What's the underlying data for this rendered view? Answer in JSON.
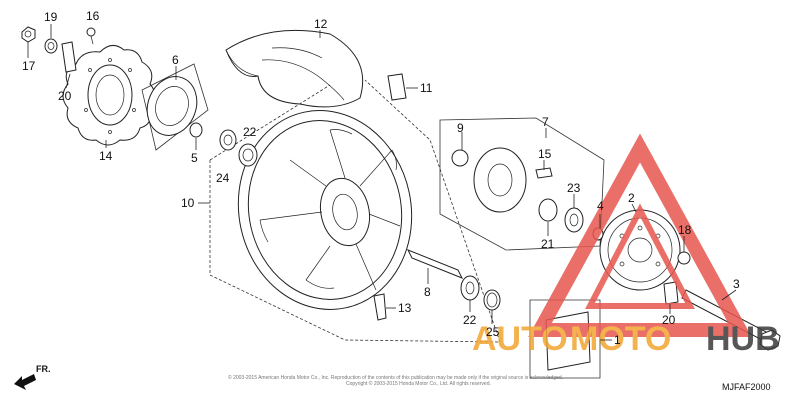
{
  "diagram": {
    "code": "MJFAF2000",
    "direction_label": "FR.",
    "copyright_lines": [
      "© 2003-2015 American Honda Motor Co., Inc. Reproduction of the contents of this publication may be made only if the original source is acknowledged.",
      "Copyright © 2003-2015 Honda Motor Co., Ltd. All rights reserved."
    ],
    "callouts": {
      "c1": "1",
      "c2": "2",
      "c3": "3",
      "c4": "4",
      "c5": "5",
      "c6": "6",
      "c7": "7",
      "c8": "8",
      "c9": "9",
      "c10": "10",
      "c11": "11",
      "c12": "12",
      "c13": "13",
      "c14": "14",
      "c15": "15",
      "c16": "16",
      "c17": "17",
      "c18": "18",
      "c19": "19",
      "c20a": "20",
      "c20b": "20",
      "c21": "21",
      "c22a": "22",
      "c22b": "22",
      "c23": "23",
      "c24": "24",
      "c25": "25"
    }
  },
  "watermark": {
    "part1": "AUTO",
    "part2": "MOTO",
    "part3": "HUB",
    "color_red": "#e8574f",
    "color_orange": "#f3a531",
    "color_dark": "#3a3a3a"
  }
}
